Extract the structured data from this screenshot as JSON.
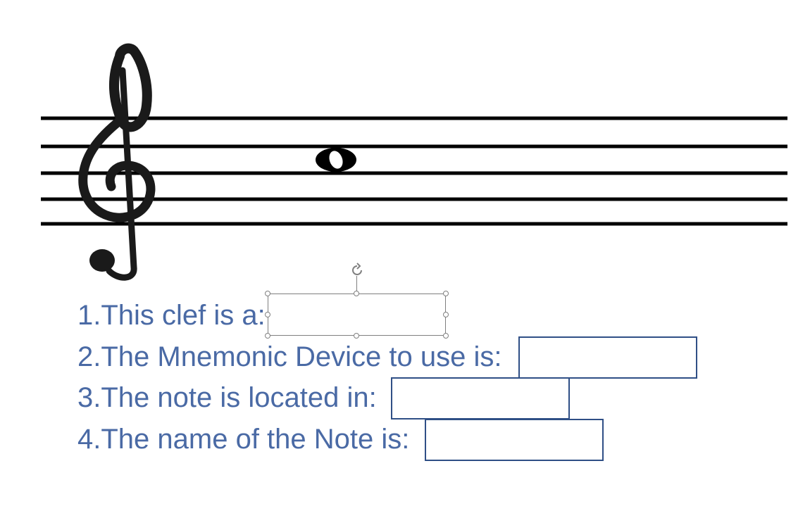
{
  "colors": {
    "question_text": "#4a6aa5",
    "box_border": "#2f4f86",
    "staff_ink": "#000000",
    "selection": "#808080"
  },
  "icons": {
    "clef": "treble-clef-icon",
    "note": "whole-note-icon",
    "rotate": "rotate-handle-icon"
  },
  "questions": [
    {
      "number": "1.",
      "text": "This clef is a:",
      "answer": ""
    },
    {
      "number": "2.",
      "text": "The Mnemonic Device to use is:",
      "answer": ""
    },
    {
      "number": "3.",
      "text": "The note is located in:",
      "answer": ""
    },
    {
      "number": "4.",
      "text": "The name of the Note is:",
      "answer": ""
    }
  ]
}
